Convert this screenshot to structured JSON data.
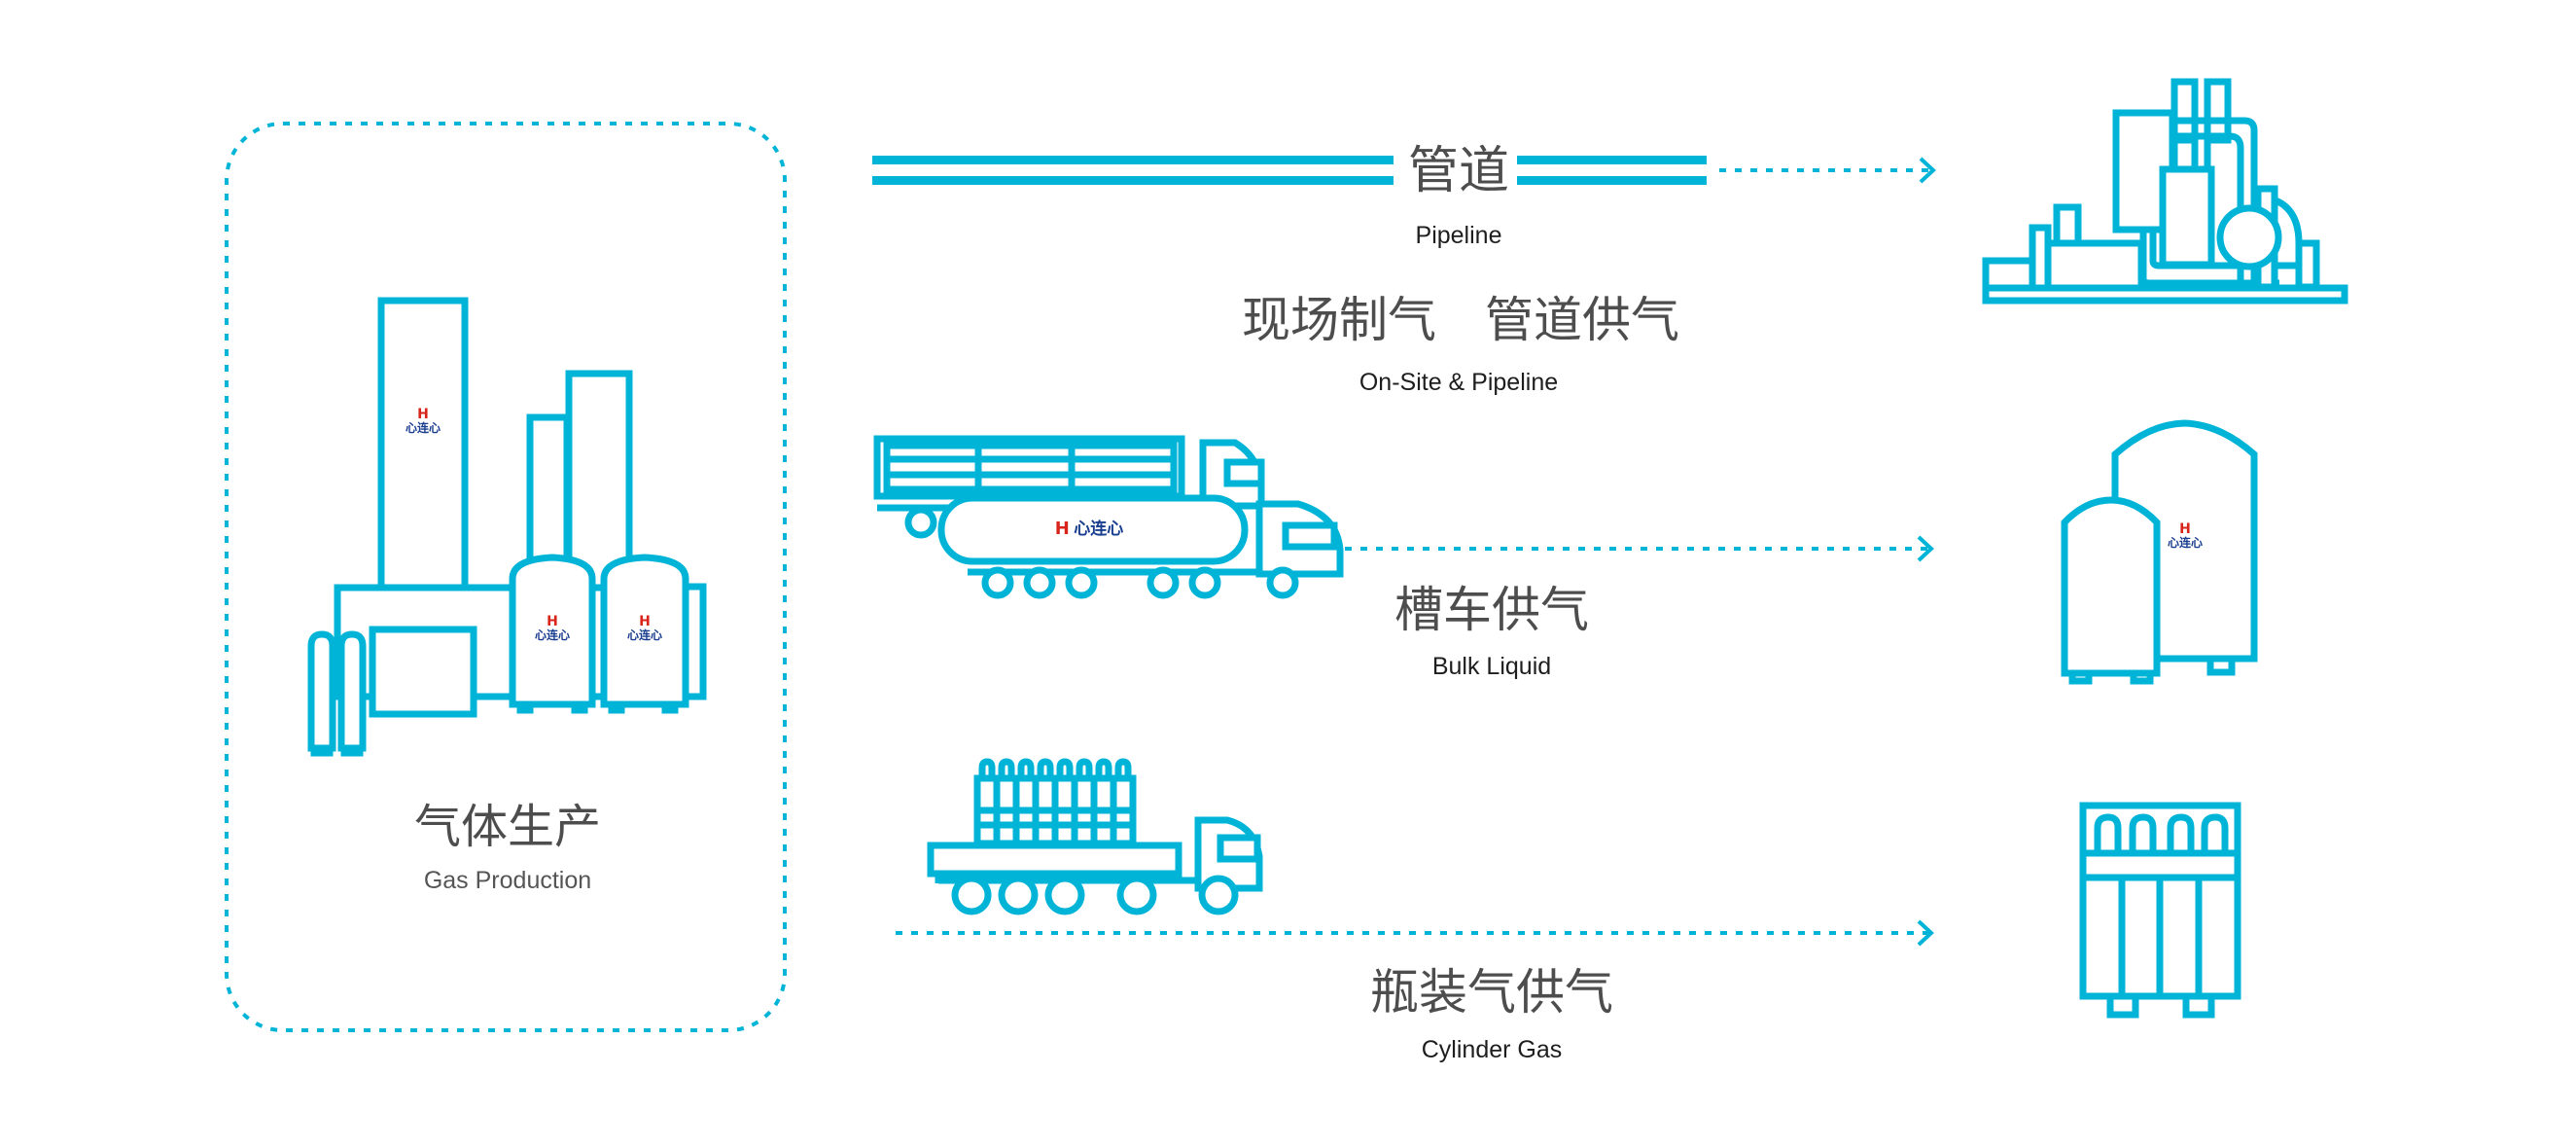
{
  "colors": {
    "accent": "#00b4d8",
    "text_cn": "#4d4d4d",
    "text_en": "#1e1e1e",
    "logo_red": "#d9241b",
    "logo_blue": "#1a3e8f"
  },
  "logo": {
    "symbol": "H",
    "wordmark": "心连心"
  },
  "source": {
    "title_cn": "气体生产",
    "title_en": "Gas Production",
    "icon": "gas-production-plant-icon"
  },
  "routes": [
    {
      "id": "pipeline",
      "inline_label_cn": "管道",
      "inline_label_en": "Pipeline",
      "title_cn": "现场制气　管道供气",
      "title_en": "On-Site & Pipeline",
      "source_icon": "pipeline-icon",
      "destination_icon": "onsite-plant-icon"
    },
    {
      "id": "bulk",
      "title_cn": "槽车供气",
      "title_en": "Bulk Liquid",
      "source_icon": "tanker-truck-icon",
      "destination_icon": "storage-tanks-icon"
    },
    {
      "id": "cylinder",
      "title_cn": "瓶装气供气",
      "title_en": "Cylinder Gas",
      "source_icon": "cylinder-truck-icon",
      "destination_icon": "cylinder-rack-icon"
    }
  ]
}
